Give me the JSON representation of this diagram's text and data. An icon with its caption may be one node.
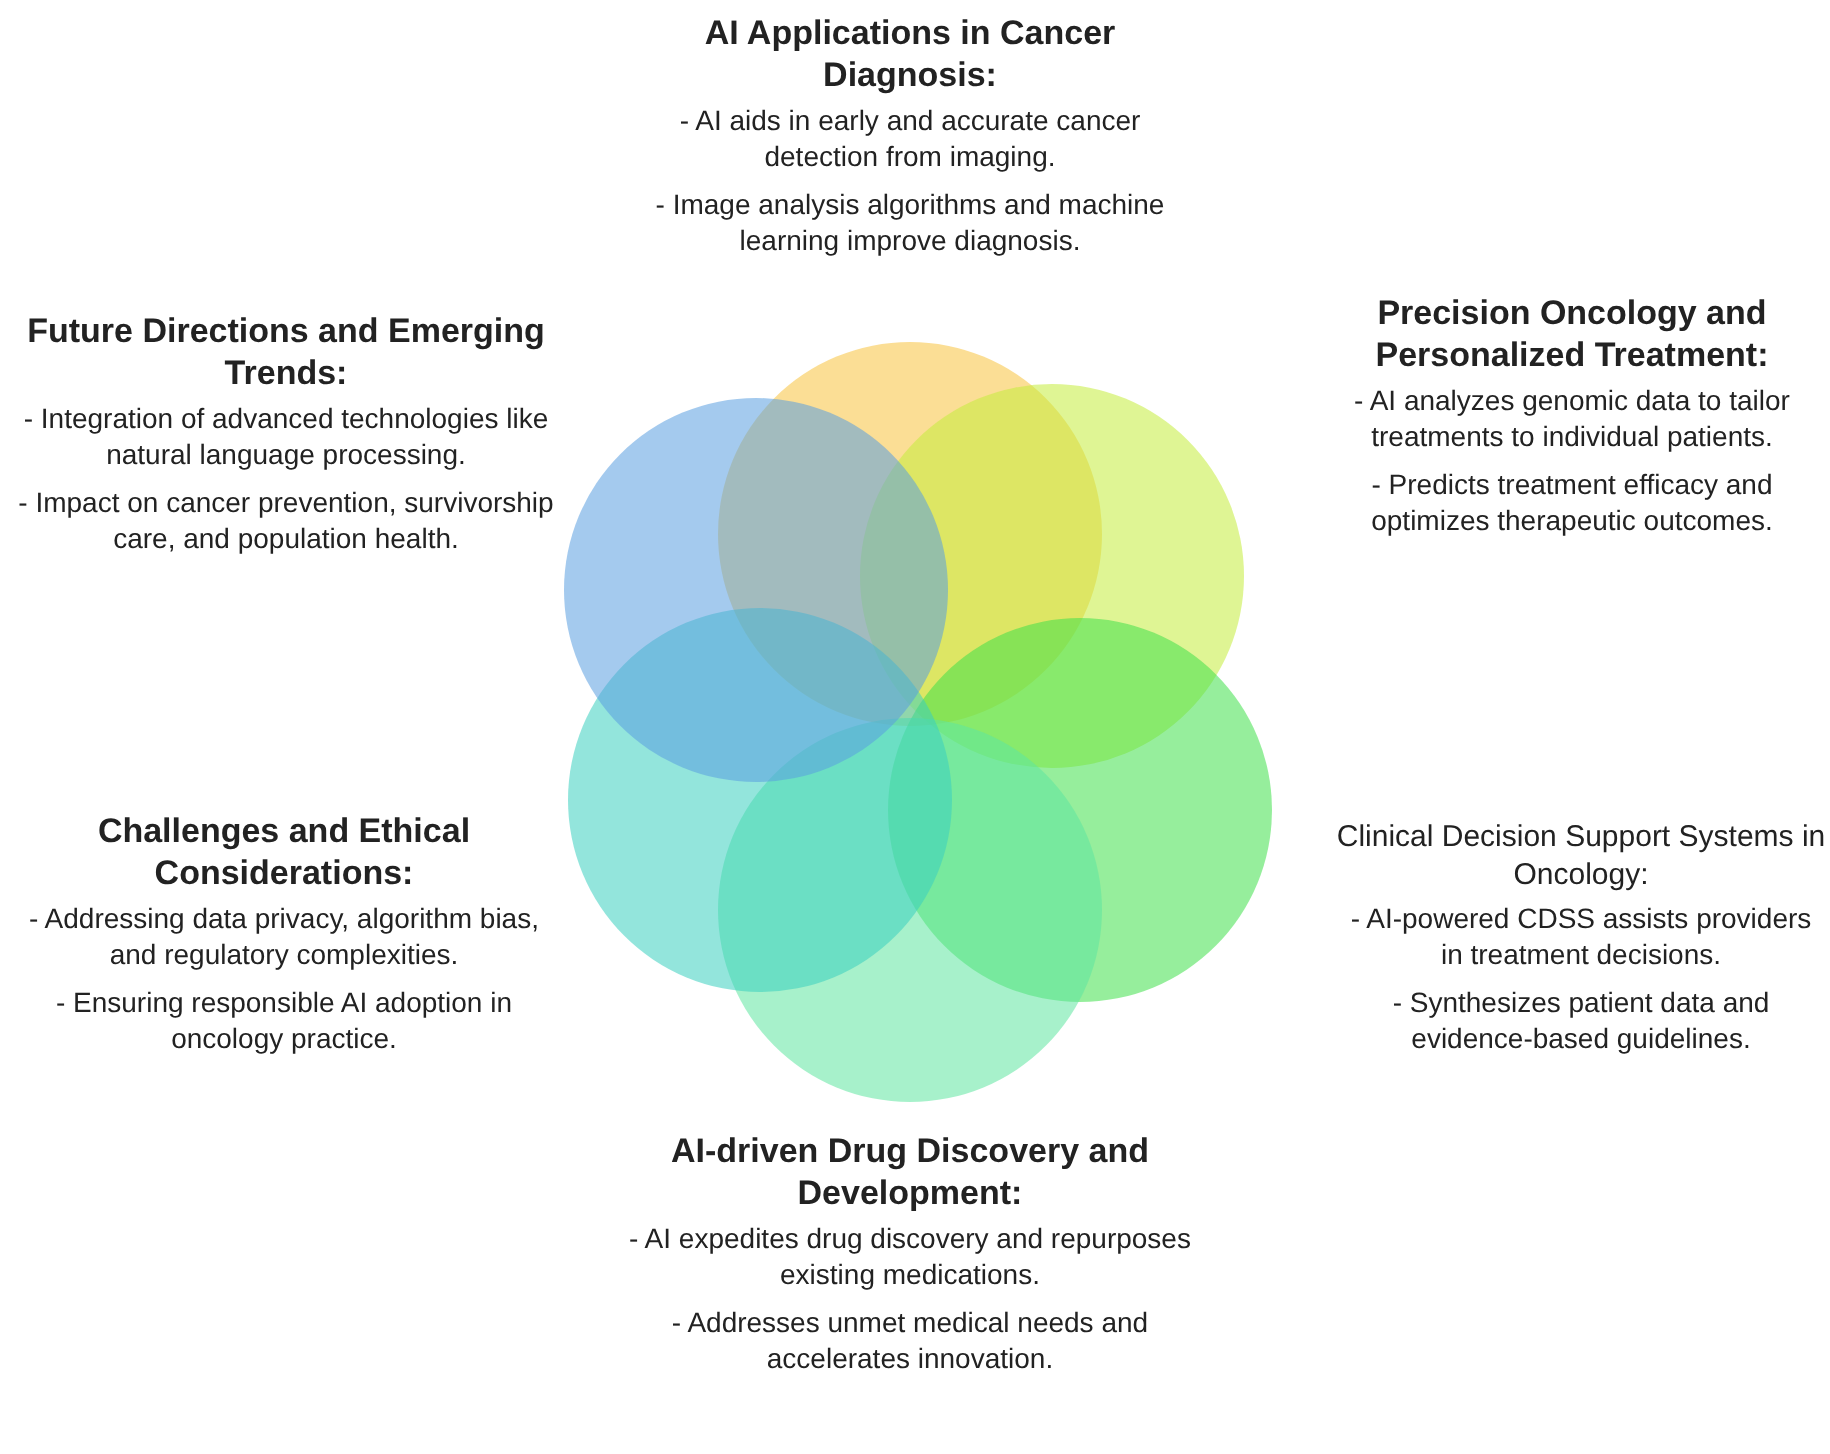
{
  "diagram": {
    "nodes": [
      {
        "text": [],
        "shape": "circle",
        "beside": [
          "AI Applications  in Cancer Diagnosis:",
          "- AI aids in early and accurate cancer detection from imaging.",
          "- Image analysis algorithms and machine learning improve diagnosis."
        ]
      },
      {
        "text": [],
        "shape": "circle",
        "beside": [
          "Precision Oncology and Personalized Treatment:",
          "- AI analyzes genomic data to tailor treatments to individual patients.",
          "- Predicts treatment efficacy and optimizes therapeutic outcomes."
        ]
      },
      {
        "text": [],
        "shape": "circle",
        "beside": [
          "Clinical Decision Support Systems in Oncology:",
          "- AI-powered CDSS assists providers in treatment decisions.",
          "- Synthesizes patient data and evidence-based guidelines."
        ]
      },
      {
        "text": [],
        "shape": "circle",
        "beside": [
          "AI-driven Drug Discovery and Development:",
          "- AI expedites drug discovery and repurposes existing medications.",
          "- Addresses unmet medical needs and accelerates innovation."
        ]
      },
      {
        "text": [],
        "shape": "circle",
        "beside": [
          "Challenges and Ethical Considerations:",
          "- Addressing data privacy, algorithm bias, and regulatory complexities.",
          "- Ensuring responsible AI adoption in oncology practice."
        ]
      },
      {
        "text": [],
        "shape": "circle",
        "beside": [
          "Future Directions  and Emerging Trends:",
          "- Integration of advanced technologies like natural language processing.",
          "- Impact on cancer prevention, survivorship care, and population health."
        ]
      }
    ],
    "edges": []
  }
}
